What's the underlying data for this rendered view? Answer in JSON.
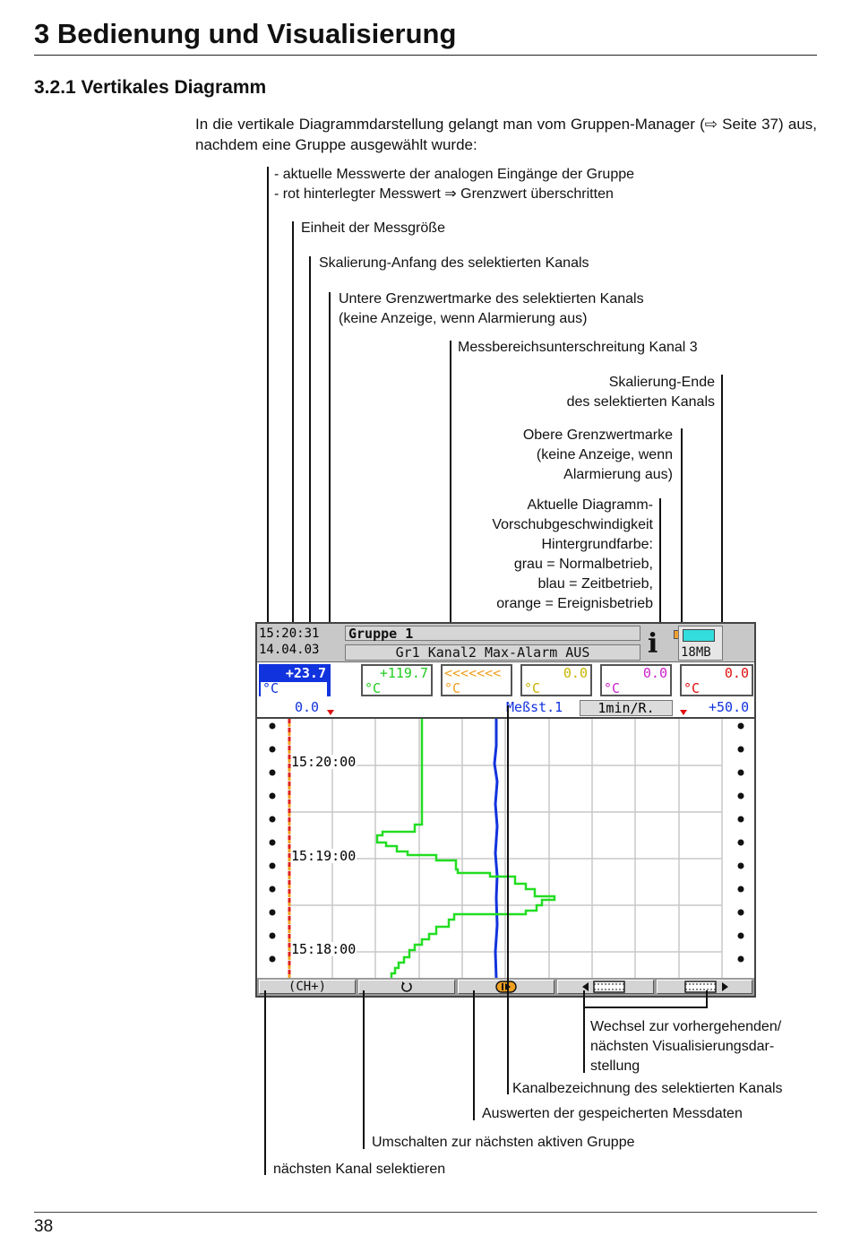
{
  "heading": "3 Bedienung und Visualisierung",
  "subheading": "3.2.1 Vertikales Diagramm",
  "intro": "In die vertikale Diagrammdarstellung gelangt man vom Gruppen-Manager (⇨ Seite 37) aus, nachdem eine Gruppe ausgewählt wurde:",
  "annotations": {
    "messwerte_1": "- aktuelle Messwerte der analogen Eingänge der Gruppe",
    "messwerte_2": "- rot hinterlegter Messwert ⇒ Grenzwert überschritten",
    "einheit": "Einheit der Messgröße",
    "skal_anfang": "Skalierung-Anfang des selektierten Kanals",
    "untere_1": "Untere Grenzwertmarke des selektierten Kanals",
    "untere_2": "(keine Anzeige, wenn Alarmierung aus)",
    "unterschreitung": "Messbereichsunterschreitung Kanal 3",
    "skal_ende_1": "Skalierung-Ende",
    "skal_ende_2": "des selektierten Kanals",
    "obere_1": "Obere Grenzwertmarke",
    "obere_2": "(keine Anzeige, wenn",
    "obere_3": "Alarmierung aus)",
    "vorschub_1": "Aktuelle Diagramm-",
    "vorschub_2": "Vorschubgeschwindigkeit",
    "vorschub_3": "Hintergrundfarbe:",
    "vorschub_4": "grau = Normalbetrieb,",
    "vorschub_5": "blau = Zeitbetrieb,",
    "vorschub_6": "orange = Ereignisbetrieb",
    "wechsel_1": "Wechsel zur vorhergehenden/",
    "wechsel_2": "nächsten Visualisierungsdar-",
    "wechsel_3": "stellung",
    "kanalbez": "Kanalbezeichnung des selektierten Kanals",
    "auswerten": "Auswerten der gespeicherten Messdaten",
    "umschalten": "Umschalten zur nächsten aktiven Gruppe",
    "naechster": "nächsten Kanal selektieren"
  },
  "device": {
    "time": "15:20:31",
    "date": "14.04.03",
    "group_name": "Gruppe  1",
    "alarm_text": "Gr1 Kanal2 Max-Alarm AUS",
    "info_icon": "i",
    "memory": "18MB",
    "channels": [
      {
        "value": "+23.7",
        "unit": "°C",
        "color": "#ffffff",
        "bg": "#1133dd"
      },
      {
        "value": "+119.7",
        "unit": "°C",
        "color": "#22cc22",
        "bg": "#ffffff"
      },
      {
        "value": "<<<<<<<",
        "unit": "°C",
        "color": "#f0a020",
        "bg": "#ffffff"
      },
      {
        "value": "0.0",
        "unit": "°C",
        "color": "#c8b400",
        "bg": "#ffffff"
      },
      {
        "value": "0.0",
        "unit": "°C",
        "color": "#cc22cc",
        "bg": "#ffffff"
      },
      {
        "value": "0.0",
        "unit": "°C",
        "color": "#e01010",
        "bg": "#ffffff"
      }
    ],
    "scale_start": "0.0",
    "channel_name": "Meßst.1",
    "speed": "1min/R.",
    "scale_end": "+50.0",
    "time_marks": [
      "15:20:00",
      "15:19:00",
      "15:18:00"
    ],
    "buttons": {
      "ch_plus": "(CH+)",
      "group_icon": "cycle-icon",
      "eval_icon": "history-icon",
      "prev_icon": "prev-view-icon",
      "next_icon": "next-view-icon"
    }
  },
  "page_number": "38"
}
